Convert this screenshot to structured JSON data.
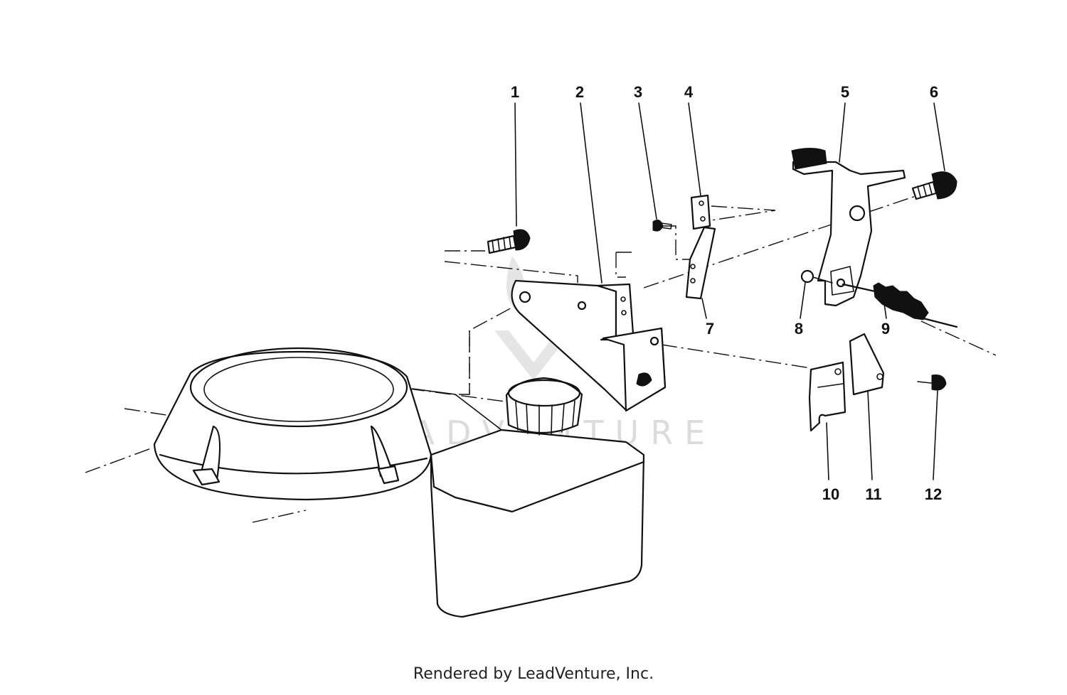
{
  "diagram": {
    "callouts": [
      "1",
      "2",
      "3",
      "4",
      "5",
      "6",
      "7",
      "8",
      "9",
      "10",
      "11",
      "12"
    ],
    "watermark": "LEADVENTURE"
  },
  "footer": {
    "text": "Rendered by LeadVenture, Inc."
  }
}
